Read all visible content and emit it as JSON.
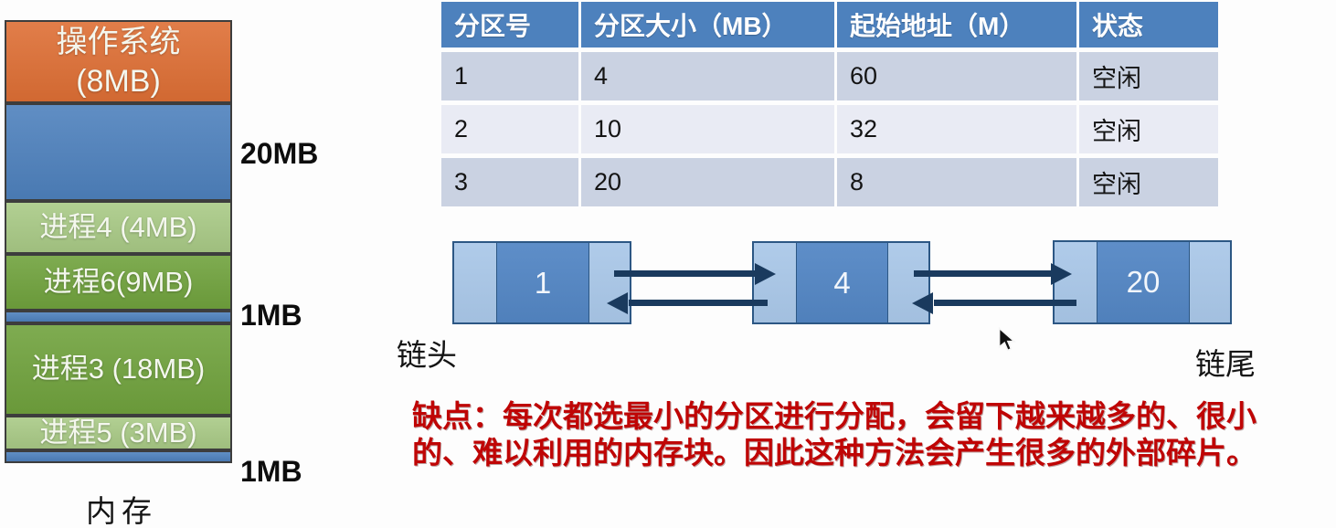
{
  "memory_diagram": {
    "caption": "内存",
    "blocks": [
      {
        "id": "os",
        "line1": "操作系统",
        "line2": "(8MB)",
        "color": "#de6f35"
      },
      {
        "id": "free-20mb",
        "label": "",
        "color": "#4e81bd"
      },
      {
        "id": "process-4",
        "label": "进程4 (4MB)",
        "color": "#a9ca86"
      },
      {
        "id": "process-6",
        "label": "进程6(9MB)",
        "color": "#70a23d"
      },
      {
        "id": "free-1mb-a",
        "label": "",
        "color": "#4e81bd"
      },
      {
        "id": "process-3",
        "label": "进程3 (18MB)",
        "color": "#70a23d"
      },
      {
        "id": "process-5",
        "label": "进程5 (3MB)",
        "color": "#a9ca86"
      },
      {
        "id": "free-1mb-b",
        "label": "",
        "color": "#4e81bd"
      }
    ],
    "size_labels": [
      "20MB",
      "1MB",
      "1MB"
    ]
  },
  "partition_table": {
    "headers": [
      "分区号",
      "分区大小（MB）",
      "起始地址（M）",
      "状态"
    ],
    "rows": [
      [
        "1",
        "4",
        "60",
        "空闲"
      ],
      [
        "2",
        "10",
        "32",
        "空闲"
      ],
      [
        "3",
        "20",
        "8",
        "空闲"
      ]
    ],
    "header_bg": "#4d81bd",
    "row_bg_odd": "#cad2e2",
    "row_bg_even": "#e9ebf4"
  },
  "free_list": {
    "head_label": "链头",
    "tail_label": "链尾",
    "nodes": [
      "1",
      "4",
      "20"
    ],
    "node_fill": "#5487c5",
    "node_side_fill": "#a9c7e8",
    "node_border": "#2c5784",
    "arrow_color": "#1a3a5e"
  },
  "note": {
    "line1": "缺点：每次都选最小的分区进行分配，会留下越来越多的、很小",
    "line2": "的、难以利用的内存块。因此这种方法会产生很多的外部碎片。",
    "color": "#bf0505"
  }
}
